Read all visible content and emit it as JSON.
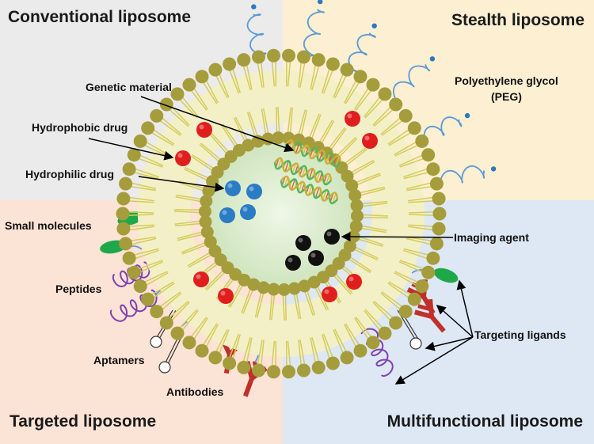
{
  "quadrants": {
    "top_left": {
      "title": "Conventional liposome",
      "color": "#ebebeb"
    },
    "top_right": {
      "title": "Stealth liposome",
      "color": "#fcefd2"
    },
    "bottom_left": {
      "title": "Targeted liposome",
      "color": "#fbe3d5"
    },
    "bottom_right": {
      "title": "Multifunctional liposome",
      "color": "#dde8f4"
    }
  },
  "labels": {
    "genetic_material": "Genetic material",
    "hydrophobic_drug": "Hydrophobic drug",
    "hydrophilic_drug": "Hydrophilic drug",
    "peg_line1": "Polyethylene glycol",
    "peg_line2": "(PEG)",
    "small_molecules": "Small molecules",
    "peptides": "Peptides",
    "aptamers": "Aptamers",
    "antibodies": "Antibodies",
    "imaging_agent": "Imaging agent",
    "targeting_ligands": "Targeting ligands"
  },
  "colors": {
    "lipid_head": "#a59c3c",
    "lipid_tail": "#d4cc5a",
    "core": "#dbedcd",
    "hydrophobic_drug": "#e01e1e",
    "hydrophilic_drug": "#2a7cc4",
    "imaging_agent": "#111111",
    "peg": "#5b9ad4",
    "peptide": "#8040b0",
    "small_molecule": "#1fa84a",
    "antibody": "#c0302a",
    "dna_a": "#4fb85a",
    "dna_b": "#c9b03a"
  }
}
